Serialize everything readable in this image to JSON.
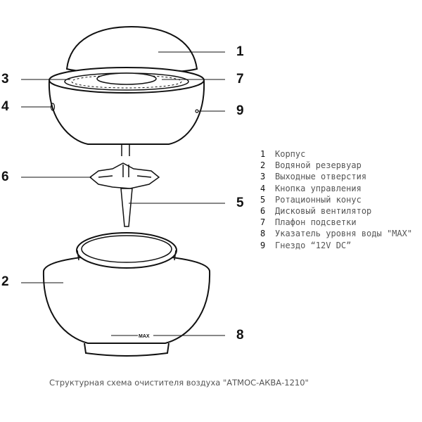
{
  "callouts": [
    "1",
    "2",
    "3",
    "4",
    "5",
    "6",
    "7",
    "8",
    "9"
  ],
  "max_mark": "MAX",
  "legend": [
    {
      "num": "1",
      "label": "Корпус"
    },
    {
      "num": "2",
      "label": "Водяной резервуар"
    },
    {
      "num": "3",
      "label": "Выходные отверстия"
    },
    {
      "num": "4",
      "label": "Кнопка управления"
    },
    {
      "num": "5",
      "label": "Ротационный конус"
    },
    {
      "num": "6",
      "label": "Дисковый вентилятор"
    },
    {
      "num": "7",
      "label": "Плафон подсветки"
    },
    {
      "num": "8",
      "label": "Указатель уровня воды \"MAX\""
    },
    {
      "num": "9",
      "label": "Гнездо “12V DC”"
    }
  ],
  "caption": "Структурная схема очистителя воздуха \"АТМОС-АКВА-1210\""
}
